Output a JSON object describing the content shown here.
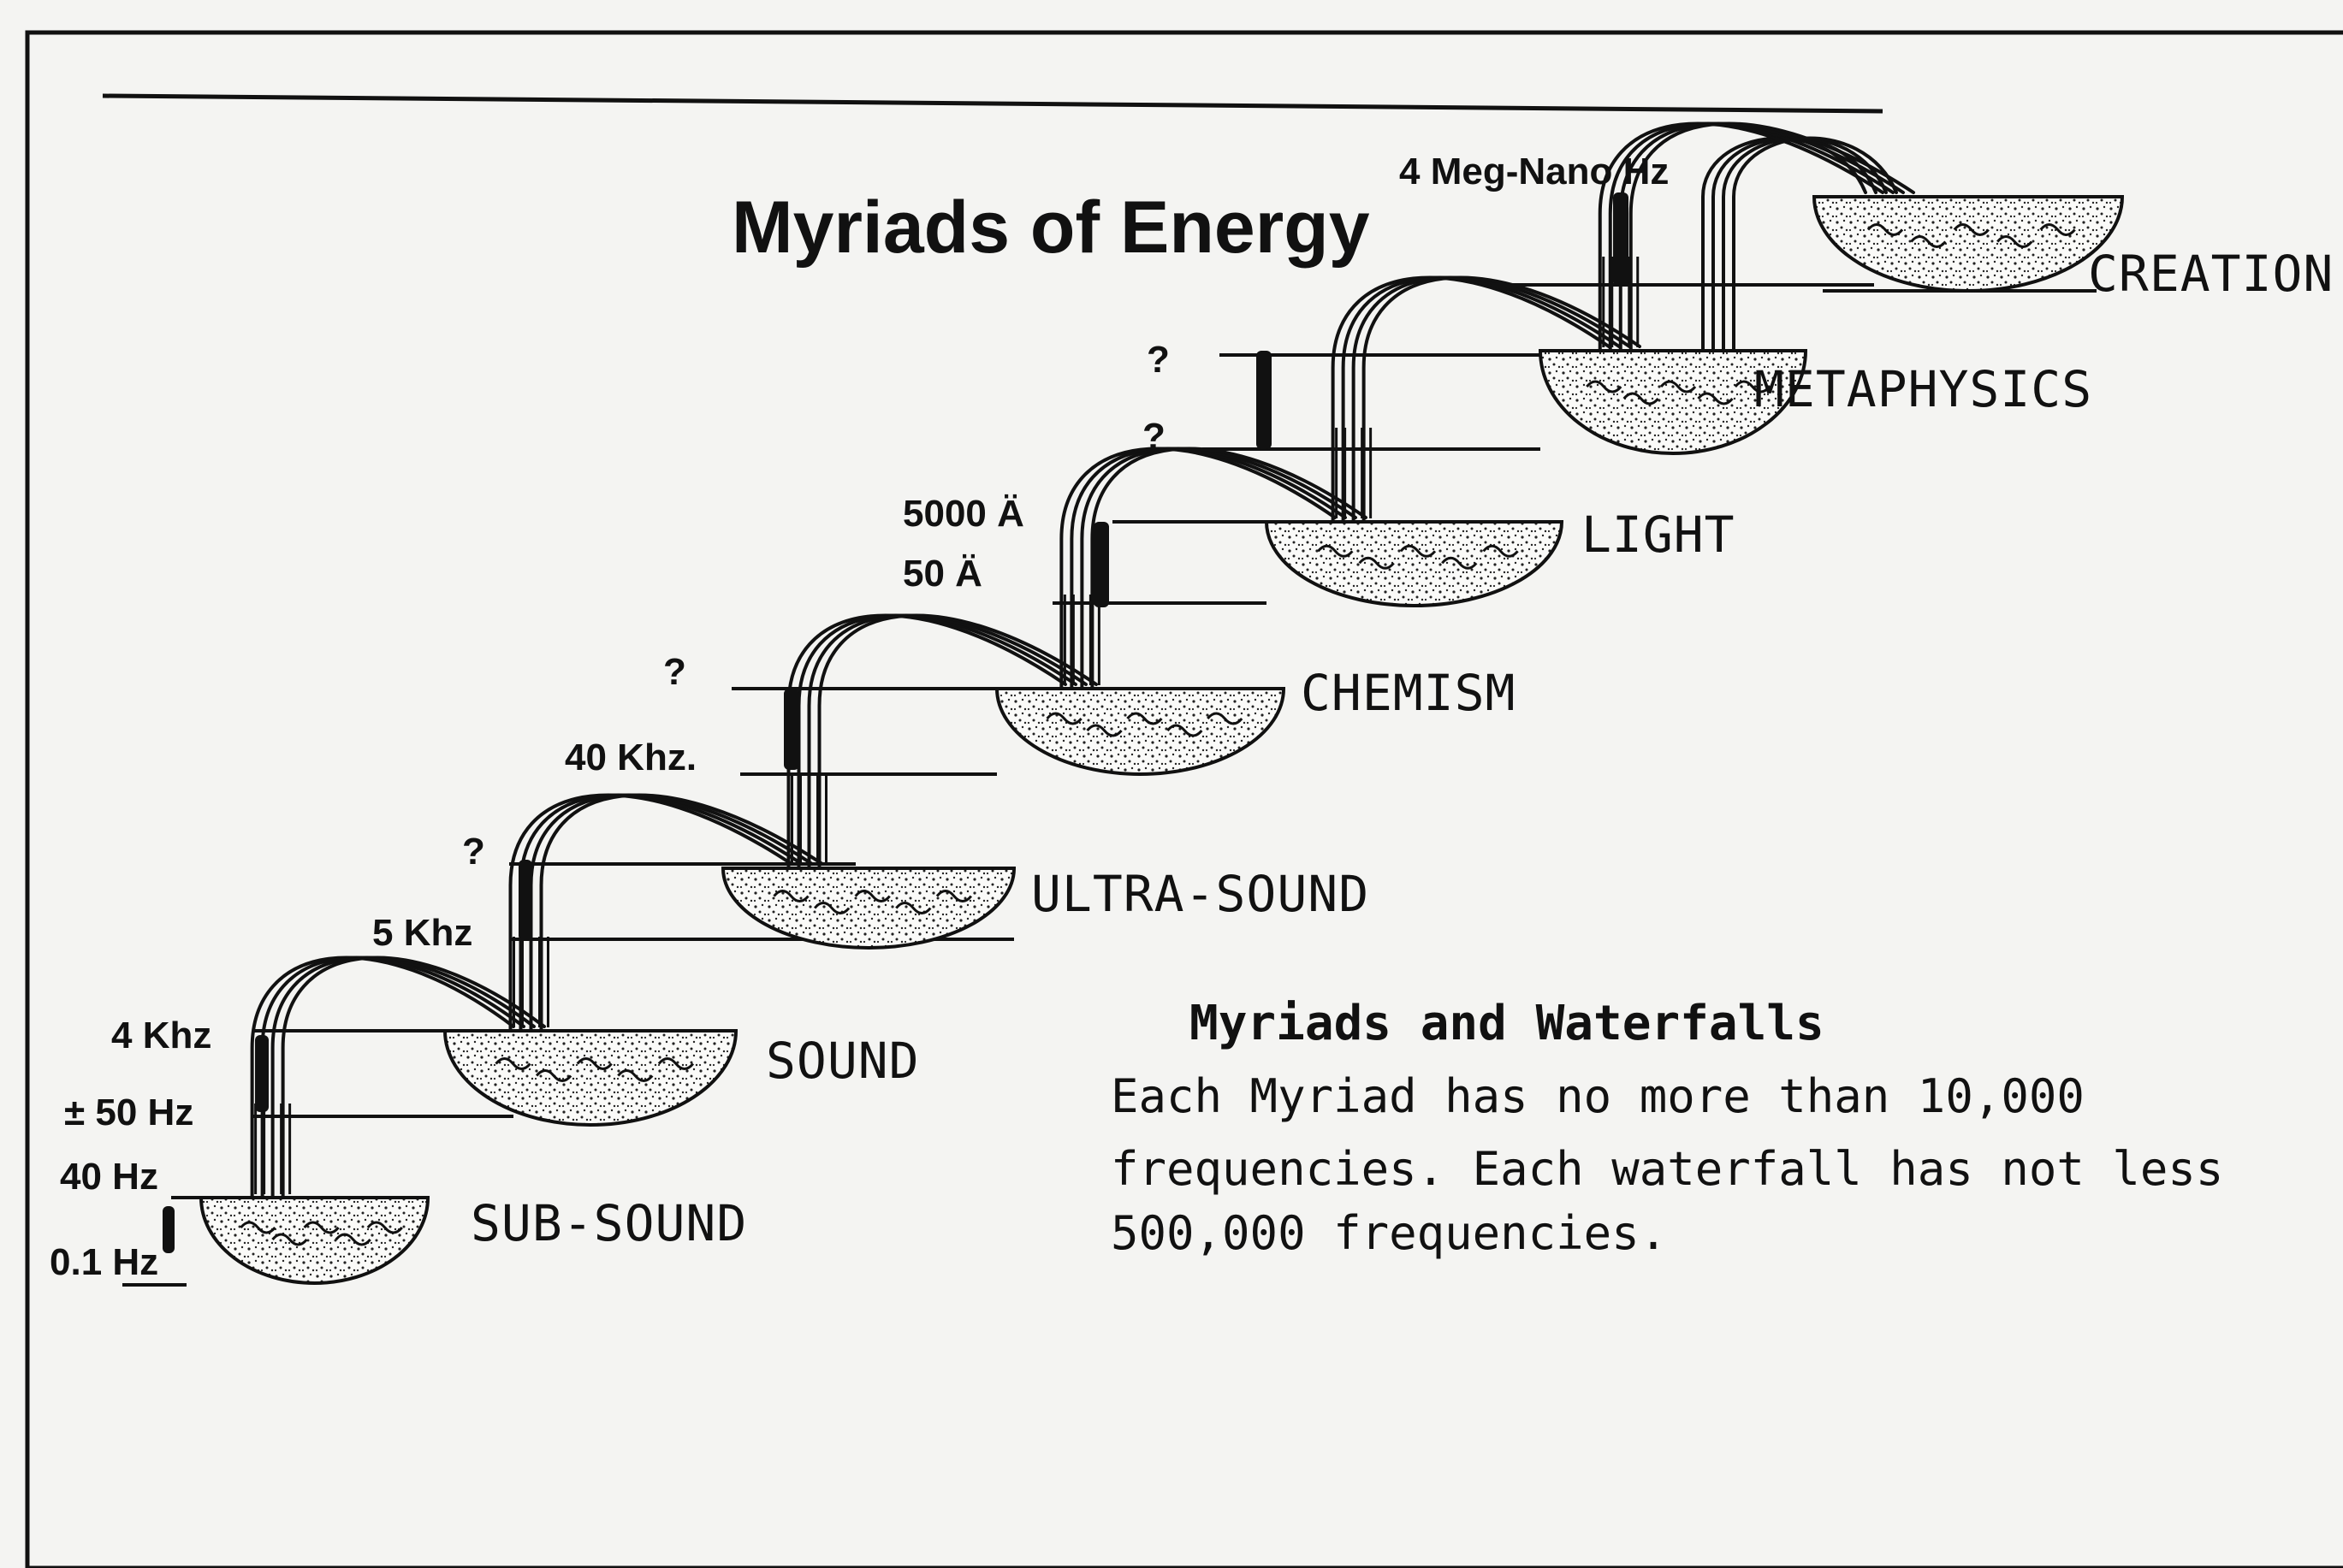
{
  "title": "Myriads of Energy",
  "levels": [
    {
      "label": "SUB-SOUND",
      "freq_upper": "40  Hz",
      "freq_lower": "0.1 Hz"
    },
    {
      "label": "SOUND",
      "freq_upper": "4 Khz",
      "freq_lower": "± 50 Hz"
    },
    {
      "label": "ULTRA-SOUND",
      "freq_upper": "?",
      "freq_lower": "5 Khz"
    },
    {
      "label": "CHEMISM",
      "freq_upper": "?",
      "freq_lower": "40 Khz."
    },
    {
      "label": "LIGHT",
      "freq_upper": "5000 Ä",
      "freq_lower": "50 Ä"
    },
    {
      "label": "METAPHYSICS",
      "freq_upper": "?",
      "freq_lower": "?"
    },
    {
      "label": "CREATION",
      "freq_upper": "4 Meg-Nano Hz",
      "freq_lower": ""
    }
  ],
  "caption": {
    "heading": "Myriads and Waterfalls",
    "lines": [
      "Each Myriad has no more than 10,000",
      "frequencies. Each waterfall has not less",
      "500,000 frequencies."
    ]
  },
  "colors": {
    "ink": "#111111",
    "paper": "#f4f4f2"
  }
}
